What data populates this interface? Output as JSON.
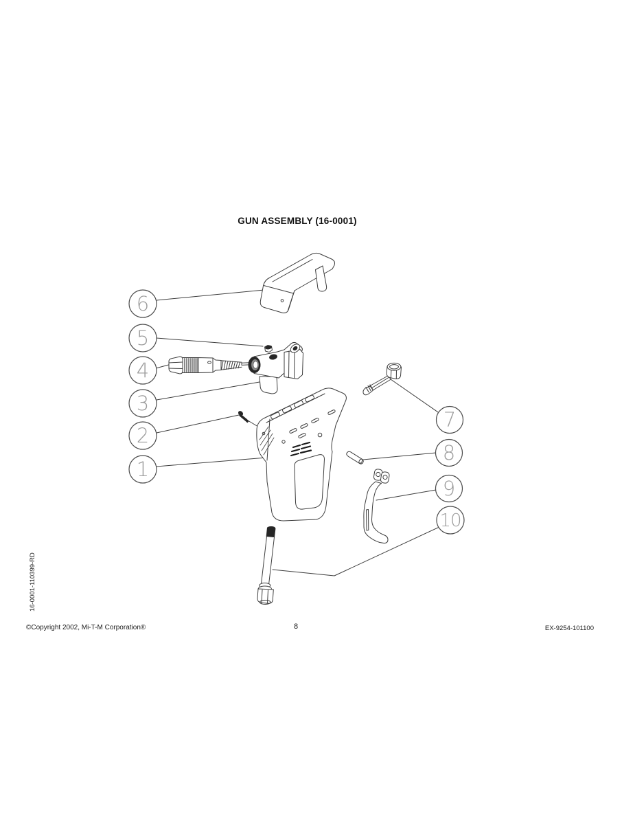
{
  "page": {
    "title": "GUN ASSEMBLY (16-0001)",
    "side_label": "16-0001-110399-RD"
  },
  "footer": {
    "copyright": "©Copyright 2002, Mi-T-M Corporation®",
    "page_number": "8",
    "doc_code": "EX-9254-101100"
  },
  "diagram": {
    "callouts": [
      {
        "number": "1"
      },
      {
        "number": "2"
      },
      {
        "number": "3"
      },
      {
        "number": "4"
      },
      {
        "number": "5"
      },
      {
        "number": "6"
      },
      {
        "number": "7"
      },
      {
        "number": "8"
      },
      {
        "number": "9"
      },
      {
        "number": "10"
      }
    ]
  },
  "colors": {
    "line": "#3c3c3c",
    "callout_number": "#9b9b9b",
    "paper": "#ffffff"
  }
}
